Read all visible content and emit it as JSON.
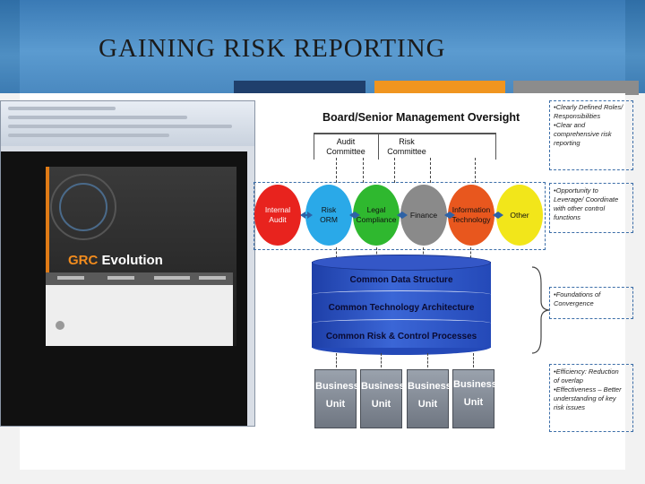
{
  "slide": {
    "title": "GAINING RISK REPORTING"
  },
  "screenshot": {
    "product_title_part1": "GRC",
    "product_title_part2": " Evolution"
  },
  "diagram": {
    "board_label": "Board/Senior Management Oversight",
    "committees": [
      {
        "line1": "Audit",
        "line2": "Committee"
      },
      {
        "line1": "Risk",
        "line2": "Committee"
      }
    ],
    "functions": [
      {
        "line1": "Internal",
        "line2": "Audit",
        "color": "#e8231e",
        "text_color": "#ffffff"
      },
      {
        "line1": "Risk",
        "line2": "ORM",
        "color": "#2aa9e8",
        "text_color": "#111111"
      },
      {
        "line1": "Legal",
        "line2": "Compliance",
        "color": "#2fb82f",
        "text_color": "#111111"
      },
      {
        "line1": "Finance",
        "line2": "",
        "color": "#8a8a8a",
        "text_color": "#111111"
      },
      {
        "line1": "Information",
        "line2": "Technology",
        "color": "#e8571e",
        "text_color": "#111111"
      },
      {
        "line1": "Other",
        "line2": "",
        "color": "#f2e61a",
        "text_color": "#111111"
      }
    ],
    "layers": [
      "Common Data Structure",
      "Common Technology Architecture",
      "Common Risk & Control Processes"
    ],
    "business_units": [
      {
        "line1": "Business",
        "line2": "Unit"
      },
      {
        "line1": "Business",
        "line2": "Unit"
      },
      {
        "line1": "Business",
        "line2": "Unit"
      },
      {
        "line1": "Business",
        "line2": "Unit"
      }
    ],
    "notes": [
      {
        "lines": [
          "•Clearly Defined Roles/",
          "Responsibilities",
          "•Clear and",
          "comprehensive risk",
          "reporting"
        ]
      },
      {
        "lines": [
          "•Opportunity to",
          "Leverage/ Coordinate",
          "with other control",
          "functions"
        ]
      },
      {
        "lines": [
          "•Foundations of",
          "Convergence"
        ]
      },
      {
        "lines": [
          "•Efficiency: Reduction",
          "of overlap",
          "•Effectiveness – Better",
          "understanding of key",
          "risk issues"
        ]
      }
    ]
  },
  "colors": {
    "banner": "#4a89c0",
    "tab_navy": "#1f3f6c",
    "tab_orange": "#f0951f",
    "tab_gray": "#8c8c8c",
    "cylinder": "#2e56c4",
    "arrows": "#2e62a6"
  }
}
